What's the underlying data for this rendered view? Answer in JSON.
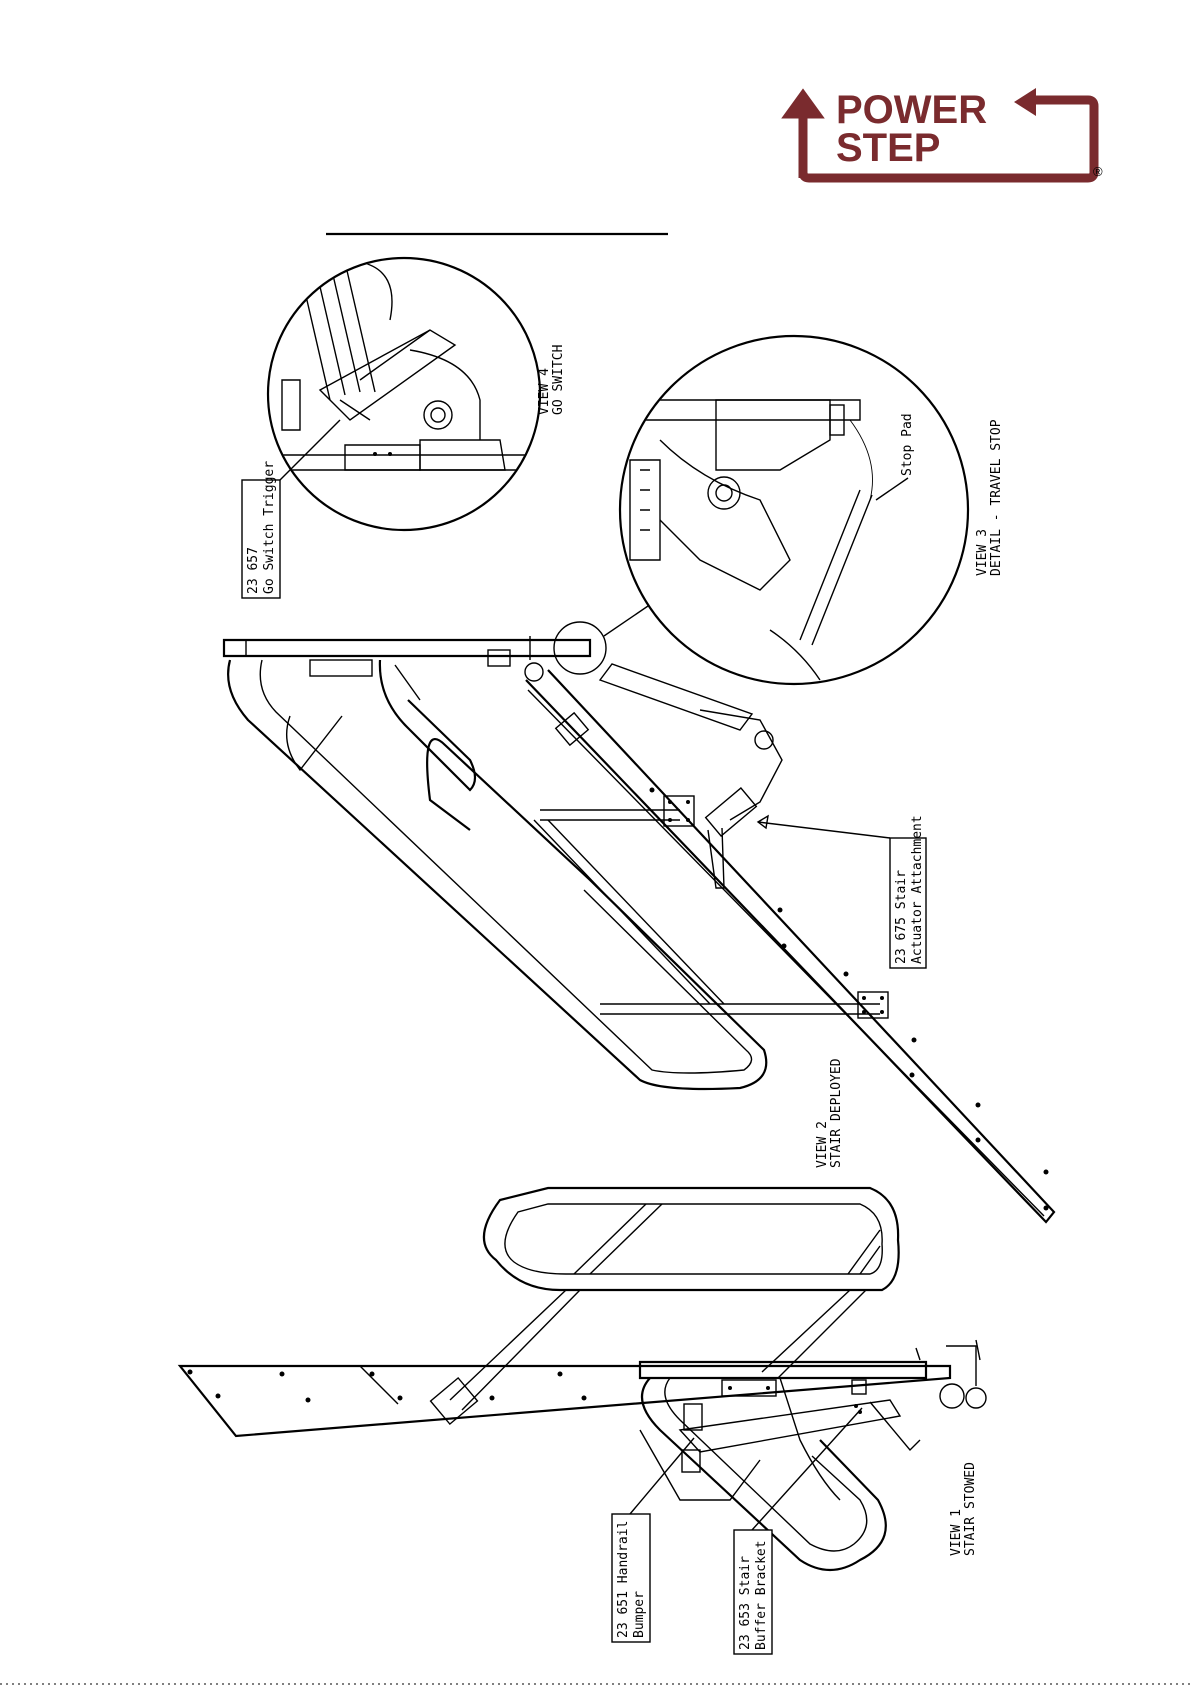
{
  "logo": {
    "line1": "POWER",
    "line2": "STEP",
    "mark": "®",
    "color": "#7a2b2e"
  },
  "views": {
    "view4": {
      "number": "VIEW 4",
      "title": "GO SWITCH"
    },
    "view3": {
      "number": "VIEW 3",
      "title": "DETAIL - TRAVEL STOP"
    },
    "view2": {
      "number": "VIEW 2",
      "title": "STAIR DEPLOYED"
    },
    "view1": {
      "number": "VIEW 1",
      "title": "STAIR STOWED"
    }
  },
  "callouts": {
    "go_switch_trigger": {
      "line1": "23 657",
      "line2": "Go Switch Trigger"
    },
    "stop_pad": {
      "text": "Stop Pad"
    },
    "actuator_attachment": {
      "line1": "23 675  Stair",
      "line2": "Actuator Attachment"
    },
    "handrail_bumper": {
      "line1": "23 651 Handrail",
      "line2": "Bumper"
    },
    "buffer_bracket": {
      "line1": "23 653 Stair",
      "line2": "Buffer Bracket"
    }
  }
}
